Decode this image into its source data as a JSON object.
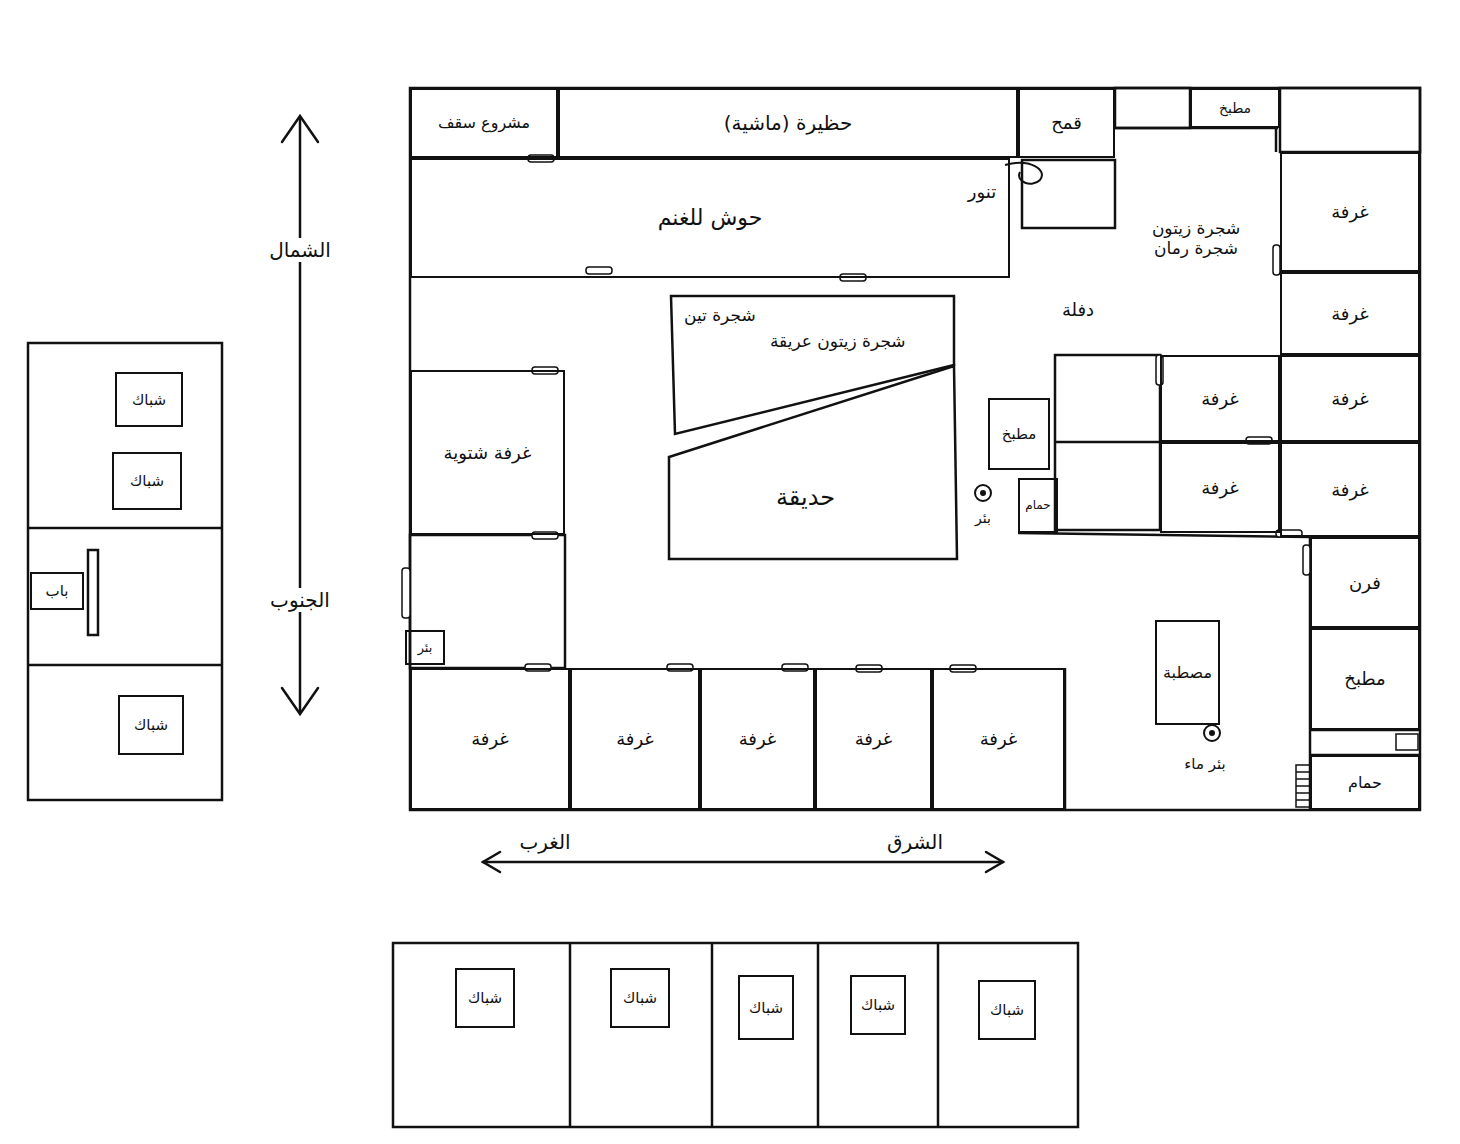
{
  "diagram": {
    "nodes": [
      {
        "text": [
          "مشروع سقف"
        ]
      },
      {
        "text": [
          "حظيرة (ماشية)"
        ]
      },
      {
        "text": [
          "قمح"
        ]
      },
      {
        "text": [
          "مطبخ"
        ]
      },
      {
        "text": [
          "حوش للغنم"
        ]
      },
      {
        "text": [
          "غرفة"
        ]
      },
      {
        "text": [
          "غرفة"
        ]
      },
      {
        "text": [
          "شجرة تين",
          "شجرة زيتون عريقة"
        ]
      },
      {
        "text": [
          "غرفة"
        ]
      },
      {
        "text": [
          "غرفة"
        ]
      },
      {
        "text": [
          "غرفة شتوية"
        ]
      },
      {
        "text": [
          "حديقة"
        ]
      },
      {
        "text": [
          "مطبخ"
        ]
      },
      {
        "text": [
          "غرفة"
        ]
      },
      {
        "text": [
          "غرفة"
        ]
      },
      {
        "text": [
          "حمام"
        ]
      },
      {
        "text": [
          "فرن"
        ]
      },
      {
        "text": [
          "مطبخ"
        ]
      },
      {
        "text": [
          "مصطبة"
        ]
      },
      {
        "text": [
          "بئر"
        ]
      },
      {
        "text": [
          "غرفة"
        ]
      },
      {
        "text": [
          "غرفة"
        ]
      },
      {
        "text": [
          "غرفة"
        ]
      },
      {
        "text": [
          "غرفة"
        ]
      },
      {
        "text": [
          "غرفة"
        ]
      },
      {
        "text": [
          "حمام"
        ]
      },
      {
        "text": [
          "شباك"
        ]
      },
      {
        "text": [
          "شباك"
        ]
      },
      {
        "text": [
          "باب"
        ]
      },
      {
        "text": [
          "شباك"
        ]
      },
      {
        "text": [
          "شباك"
        ]
      },
      {
        "text": [
          "شباك"
        ]
      },
      {
        "text": [
          "شباك"
        ]
      },
      {
        "text": [
          "شباك"
        ]
      },
      {
        "text": [
          "شباك"
        ]
      }
    ],
    "labels": [
      "تنور",
      "شجرة زيتون شجرة رمان",
      "دفلة",
      "بئر",
      "بئر ماء",
      "الشمال",
      "الجنوب",
      "الغرب",
      "الشرق"
    ]
  }
}
